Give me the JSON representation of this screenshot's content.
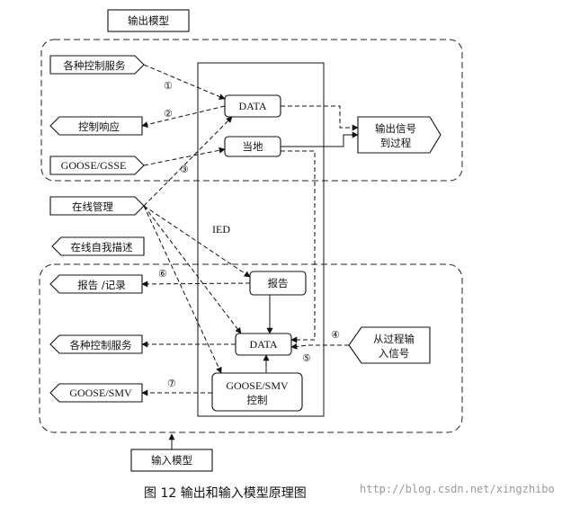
{
  "labels": {
    "output_model": "输出模型",
    "input_model": "输入模型",
    "ied": "IED",
    "out_control_services": "各种控制服务",
    "control_response": "控制响应",
    "goose_gsse": "GOOSE/GSSE",
    "online_management": "在线管理",
    "online_self_description": "在线自我描述",
    "report_record": "报告 /记录",
    "in_control_services": "各种控制服务",
    "goose_smv_out": "GOOSE/SMV",
    "data_top": "DATA",
    "local": "当地",
    "report": "报告",
    "data_bottom": "DATA",
    "goose_smv_control_line1": "GOOSE/SMV",
    "goose_smv_control_line2": "控制",
    "output_signal_line1": "输出信号",
    "output_signal_line2": "到过程",
    "input_signal_line1": "从过程输",
    "input_signal_line2": "入信号"
  },
  "markers": [
    "①",
    "②",
    "③",
    "④",
    "⑤",
    "⑥",
    "⑦"
  ],
  "caption": "图 12   输出和输入模型原理图",
  "watermark": "http://blog.csdn.net/xingzhibo"
}
